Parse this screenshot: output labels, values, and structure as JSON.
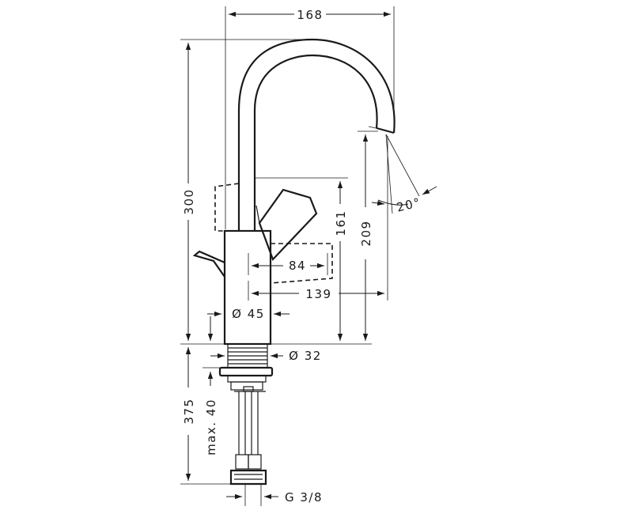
{
  "dimensions": {
    "width_168": "168",
    "height_300": "300",
    "outlet_209": "209",
    "handle_161": "161",
    "handle_swing_84": "84",
    "reach_139": "139",
    "body_dia_45": "Ø 45",
    "shank_dia_32": "Ø 32",
    "shank_375": "375",
    "max_40": "max. 40",
    "thread_g38": "G 3/8",
    "angle_20": "20°"
  },
  "colors": {
    "line": "#1a1a1a",
    "background": "#ffffff"
  }
}
